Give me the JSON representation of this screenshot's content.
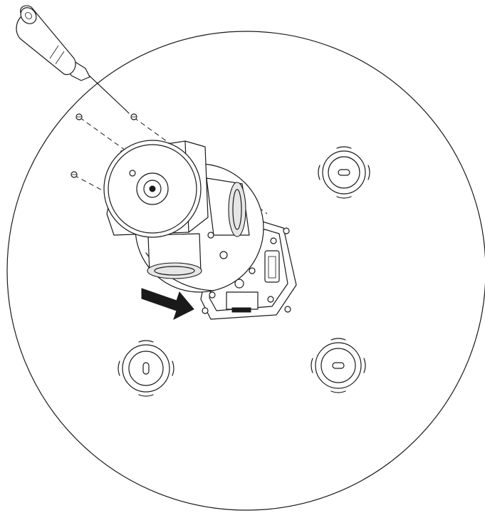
{
  "figure": {
    "description_text": "",
    "colors": {
      "line": "#1a1a1a",
      "background": "#ffffff",
      "arrow_fill": "#1a1a1a"
    },
    "parts": {
      "screwdriver": "screwdriver-icon",
      "screws": "screw-icon",
      "camera": "camera-head-icon",
      "mount_base": "mounting-plate",
      "arrow": "direction-arrow-icon",
      "plugs": "wall-plug-icon"
    },
    "counts": {
      "wall_plugs": 3,
      "screws": 3
    }
  }
}
